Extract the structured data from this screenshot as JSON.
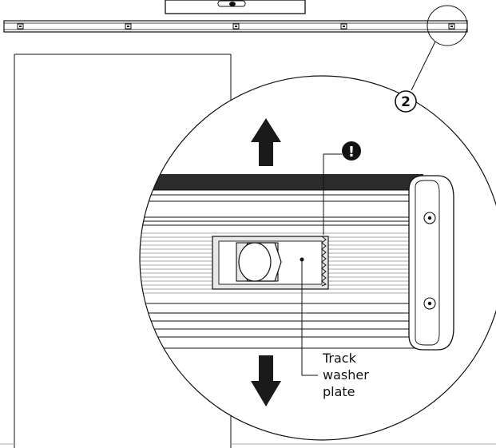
{
  "step_callout": {
    "number": "2"
  },
  "warning": {
    "glyph": "!",
    "icon": "exclamation-icon"
  },
  "labels": {
    "track_washer_plate": [
      "Track",
      "washer",
      "plate"
    ]
  },
  "arrows": {
    "up": "arrow-up-icon",
    "down": "arrow-down-icon"
  },
  "colors": {
    "line": "#111111",
    "fill": "#ffffff",
    "dark_rail": "#2b2b2b",
    "panel_shade": "#e8e8e8"
  }
}
